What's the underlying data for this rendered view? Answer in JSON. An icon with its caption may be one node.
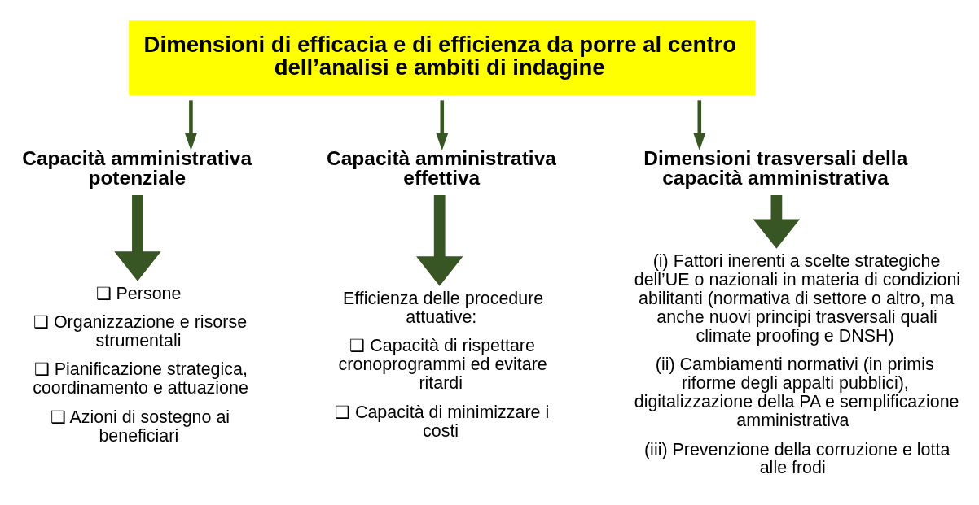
{
  "diagram": {
    "nodes": [
      {
        "text": [
          "Dimensioni di efficacia e di efficienza da porre al centro dell’analisi e ambiti di indagine"
        ]
      },
      {
        "text": [
          "Capacità amministrativa potenziale"
        ]
      },
      {
        "text": [
          "Capacità amministrativa effettiva"
        ]
      },
      {
        "text": [
          "Dimensioni trasversali della capacità amministrativa"
        ]
      },
      {
        "text": [
          "❑ Persone",
          "❑ Organizzazione e risorse strumentali",
          "❑ Pianificazione strategica, coordinamento e attuazione",
          "❑ Azioni di sostegno ai beneficiari"
        ]
      },
      {
        "text": [
          "Efficienza delle procedure attuative:",
          "❑ Capacità di rispettare cronoprogrammi ed evitare ritardi",
          "❑ Capacità di minimizzare i costi"
        ]
      },
      {
        "text": [
          "(i) Fattori inerenti a scelte strategiche dell’UE o nazionali in materia di condizioni abilitanti (normativa di settore o altro, ma anche nuovi principi trasversali quali climate proofing e DNSH)",
          "(ii) Cambiamenti normativi (in primis riforme degli appalti pubblici), digitalizzazione della PA e semplificazione amministrativa",
          "(iii) Prevenzione della corruzione e lotta alle frodi"
        ]
      }
    ],
    "edges": [
      {
        "from": 0,
        "to": 1,
        "arrow": "to"
      },
      {
        "from": 0,
        "to": 2,
        "arrow": "to"
      },
      {
        "from": 0,
        "to": 3,
        "arrow": "to"
      },
      {
        "from": 1,
        "to": 4,
        "arrow": "to",
        "style": "thick"
      },
      {
        "from": 2,
        "to": 5,
        "arrow": "to",
        "style": "thick"
      },
      {
        "from": 3,
        "to": 6,
        "arrow": "to",
        "style": "thick"
      }
    ]
  }
}
